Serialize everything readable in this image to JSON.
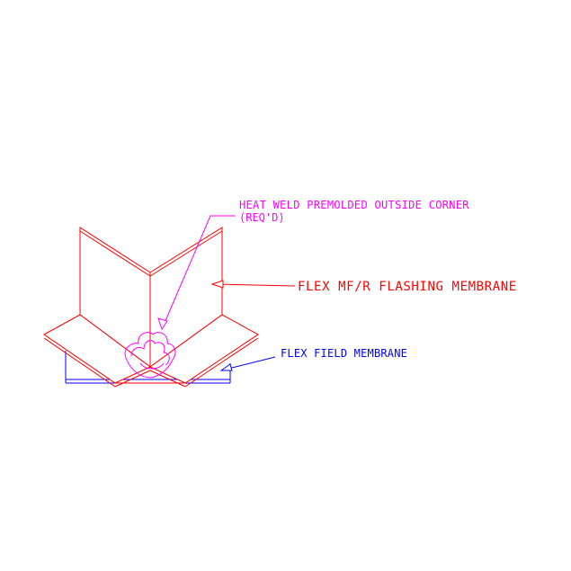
{
  "labels": {
    "heat_weld_line1": "HEAT WELD PREMOLDED OUTSIDE CORNER",
    "heat_weld_line2": "(REQ'D)",
    "flashing_membrane": "FLEX MF/R FLASHING MEMBRANE",
    "field_membrane": "FLEX FIELD MEMBRANE"
  },
  "colors": {
    "background": "#ffffff",
    "flashing_red": "#ff0000",
    "field_blue": "#0000ff",
    "corner_magenta": "#ff00ff",
    "leader_flashing": "#ff0000",
    "leader_heat_weld": "#ff00ff",
    "leader_field": "#0000ff"
  }
}
